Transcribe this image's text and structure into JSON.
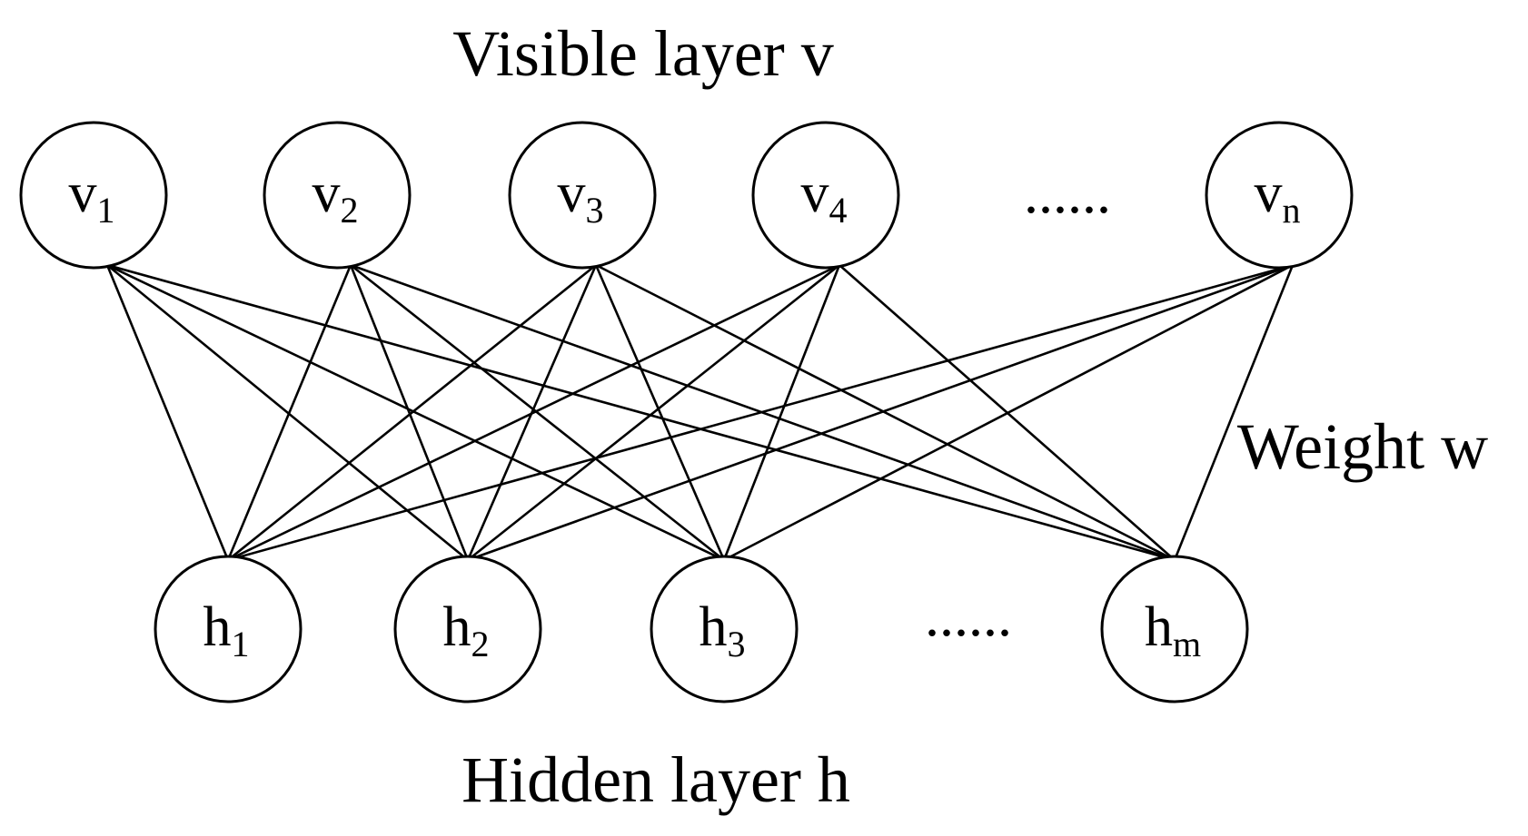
{
  "visible_layer": {
    "title": "Visible layer v",
    "nodes": [
      {
        "base": "v",
        "sub": "1"
      },
      {
        "base": "v",
        "sub": "2"
      },
      {
        "base": "v",
        "sub": "3"
      },
      {
        "base": "v",
        "sub": "4"
      },
      {
        "base": "v",
        "sub": "n"
      }
    ],
    "ellipsis": "......"
  },
  "hidden_layer": {
    "title": "Hidden layer h",
    "nodes": [
      {
        "base": "h",
        "sub": "1"
      },
      {
        "base": "h",
        "sub": "2"
      },
      {
        "base": "h",
        "sub": "3"
      },
      {
        "base": "h",
        "sub": "m"
      }
    ],
    "ellipsis": "......"
  },
  "weight_label": "Weight w",
  "connectivity": "fully-connected"
}
